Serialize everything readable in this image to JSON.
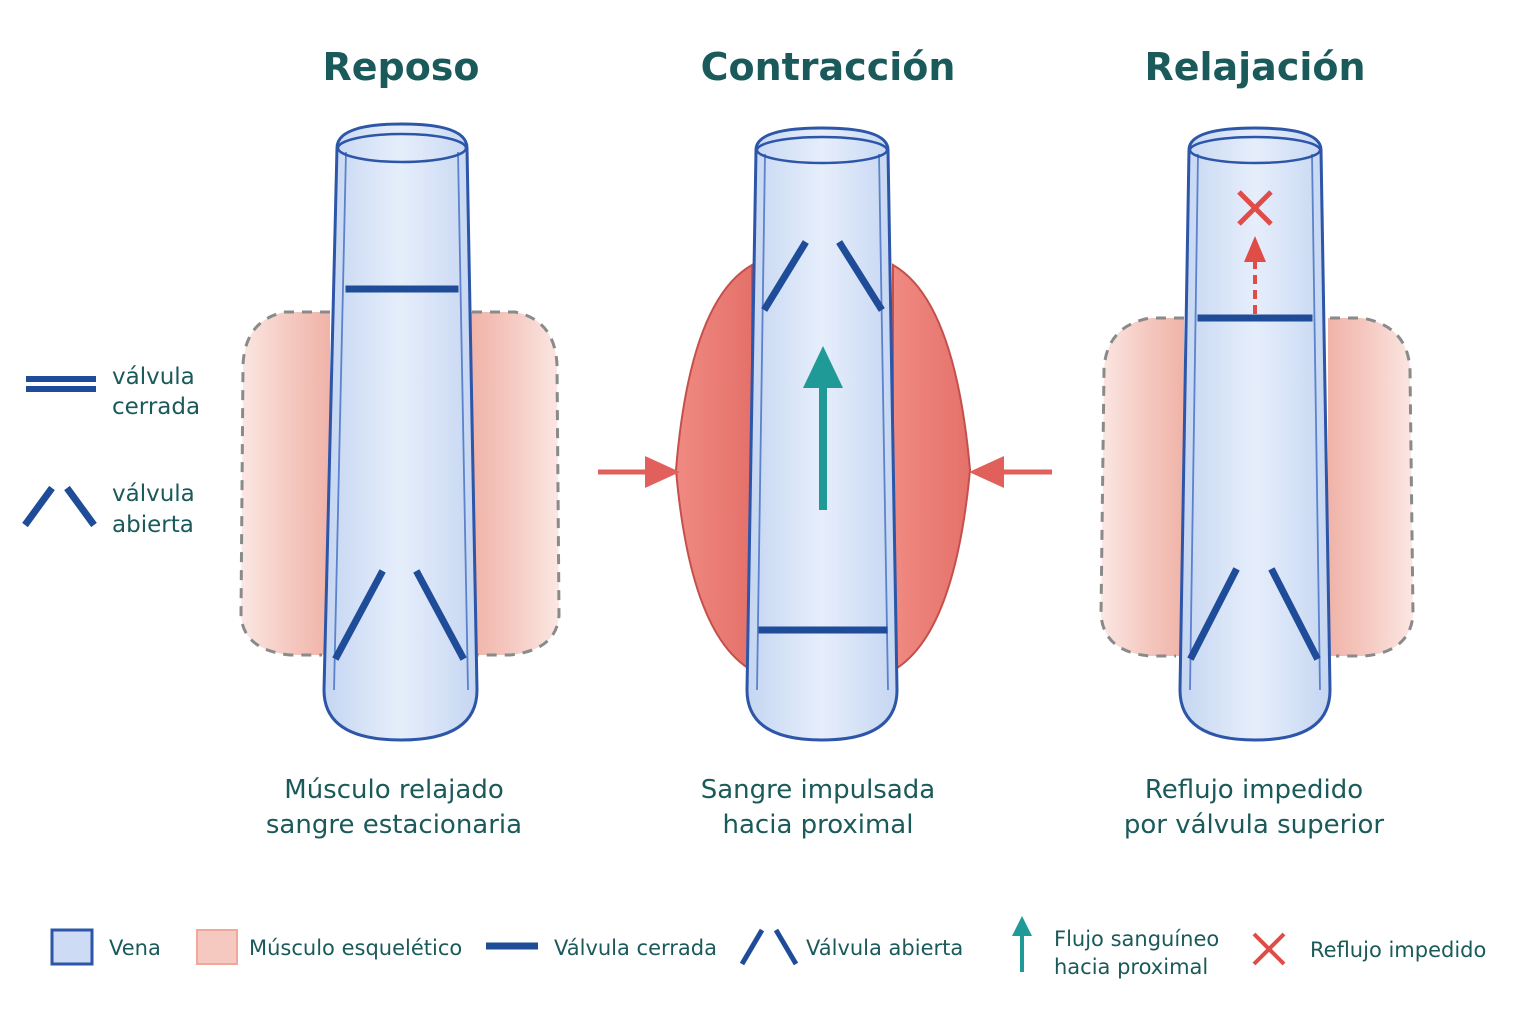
{
  "panels": [
    {
      "title": "Reposo",
      "caption_line1": "Músculo relajado",
      "caption_line2": "sangre estacionaria"
    },
    {
      "title": "Contracción",
      "caption_line1": "Sangre impulsada",
      "caption_line2": "hacia proximal"
    },
    {
      "title": "Relajación",
      "caption_line1": "Reflujo impedido",
      "caption_line2": "por válvula superior"
    }
  ],
  "side_legend": {
    "closed_line1": "válvula",
    "closed_line2": "cerrada",
    "open_line1": "válvula",
    "open_line2": "abierta"
  },
  "legend": {
    "vein": "Vena",
    "muscle": "Músculo esquelético",
    "valve_closed": "Válvula cerrada",
    "valve_open": "Válvula abierta",
    "flow_line1": "Flujo sanguíneo",
    "flow_line2": "hacia proximal",
    "reflux": "Reflujo impedido"
  },
  "colors": {
    "text": "#1b5a5a",
    "vein_fill": "#d6e3f7",
    "vein_stroke": "#2d55a8",
    "valve": "#1f4c98",
    "muscle": "#e88a84",
    "muscle_soft": "#f6d3cc",
    "flow_arrow": "#1f9a96",
    "compression_arrow": "#e2605c",
    "reflux_mark": "#e04c48"
  }
}
